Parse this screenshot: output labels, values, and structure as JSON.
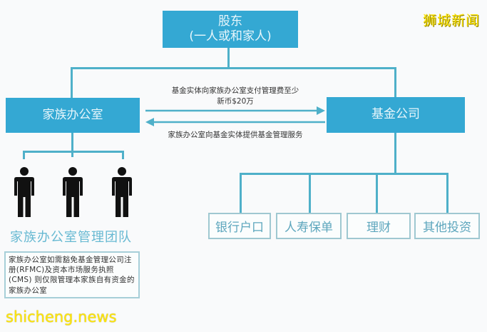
{
  "colors": {
    "box_fill": "#34a8d3",
    "box_text": "#e8f6fb",
    "connector": "#4fb0c9",
    "outline_box_border": "#9fc8d1",
    "outline_box_text": "#5da6bd",
    "person": "#111111",
    "watermark": "#ffe60a"
  },
  "shareholder": {
    "line1": "股东",
    "line2": "(一人或和家人)"
  },
  "family_office": {
    "label": "家族办公室"
  },
  "fund_company": {
    "label": "基金公司"
  },
  "arrows": {
    "to_fund_label_line1": "基金实体向家族办公室支付管理费至少",
    "to_fund_label_line2": "新币$20万",
    "to_family_office_label": "家族办公室向基金实体提供基金管理服务"
  },
  "team": {
    "members": [
      "person-icon",
      "person-icon",
      "person-icon"
    ],
    "label": "家族办公室管理团队"
  },
  "note": {
    "text": "家族办公室如需豁免基金管理公司注册(RFMC)及资本市场服务执照 (CMS) 则仅限管理本家族自有资金的家族办公室"
  },
  "investments": [
    {
      "label": "银行户口"
    },
    {
      "label": "人寿保单"
    },
    {
      "label": "理财"
    },
    {
      "label": "其他投资"
    }
  ],
  "watermarks": {
    "top_right": "狮城新闻",
    "bottom_left": "shicheng.news"
  }
}
